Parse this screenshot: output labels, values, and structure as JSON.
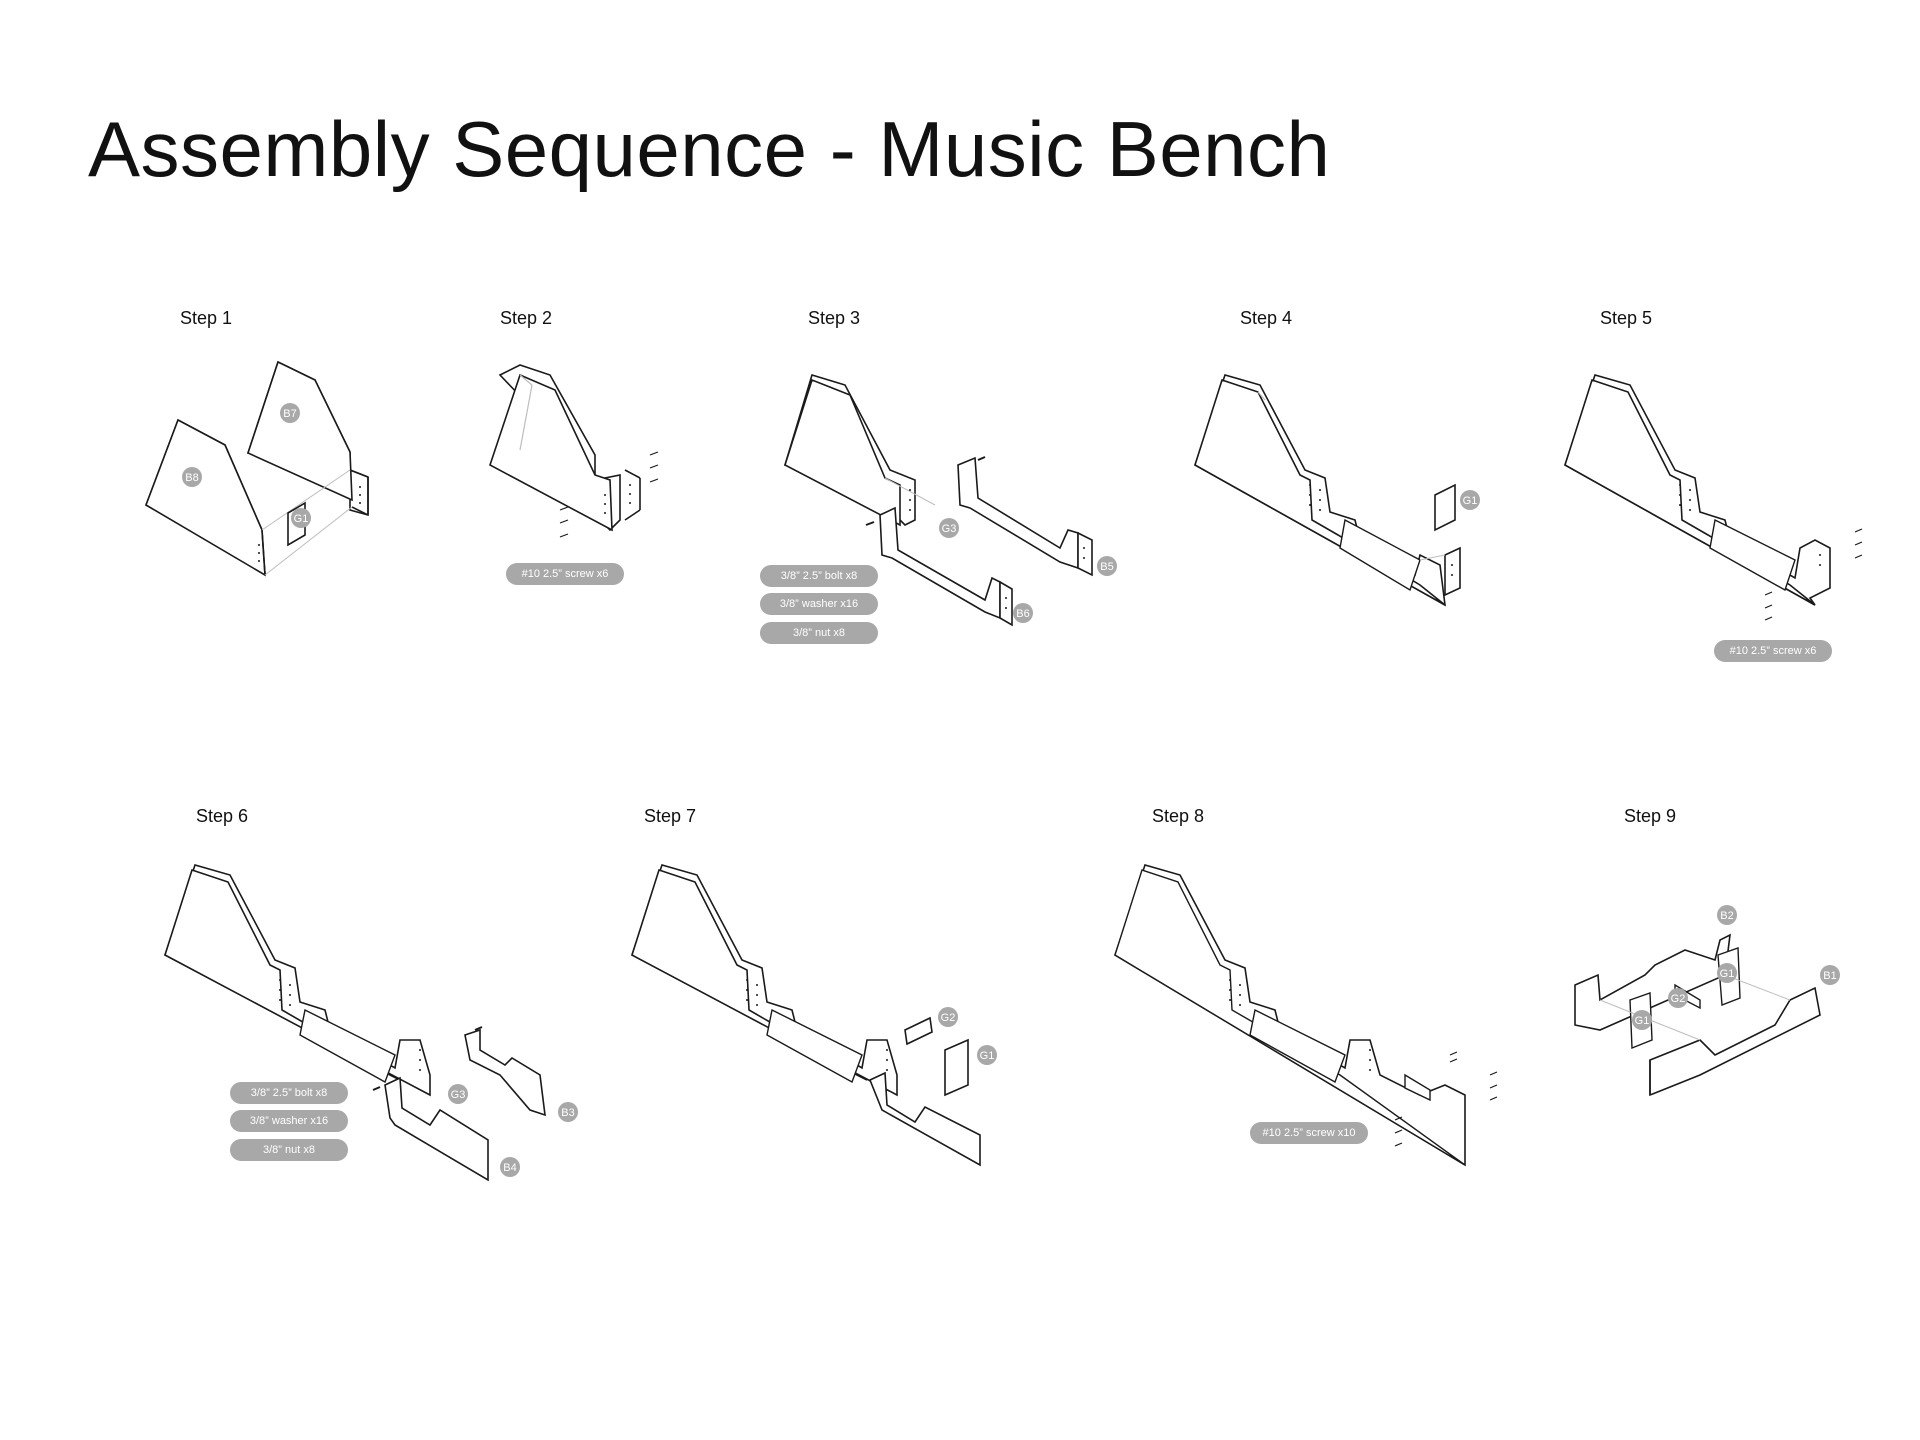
{
  "title": "Assembly Sequence - Music Bench",
  "steps": [
    {
      "label": "Step 1",
      "parts": [
        "B7",
        "B8",
        "G1"
      ],
      "hardware": []
    },
    {
      "label": "Step 2",
      "parts": [],
      "hardware": [
        "#10 2.5” screw x6"
      ]
    },
    {
      "label": "Step 3",
      "parts": [
        "G3",
        "B5",
        "B6"
      ],
      "hardware": [
        "3/8” 2.5” bolt x8",
        "3/8” washer x16",
        "3/8” nut x8"
      ]
    },
    {
      "label": "Step 4",
      "parts": [
        "G1"
      ],
      "hardware": []
    },
    {
      "label": "Step 5",
      "parts": [],
      "hardware": [
        "#10 2.5” screw x6"
      ]
    },
    {
      "label": "Step 6",
      "parts": [
        "G3",
        "B3",
        "B4"
      ],
      "hardware": [
        "3/8” 2.5” bolt x8",
        "3/8” washer x16",
        "3/8” nut x8"
      ]
    },
    {
      "label": "Step 7",
      "parts": [
        "G2",
        "G1"
      ],
      "hardware": []
    },
    {
      "label": "Step 8",
      "parts": [],
      "hardware": [
        "#10 2.5” screw x10"
      ]
    },
    {
      "label": "Step 9",
      "parts": [
        "B2",
        "G1",
        "B1",
        "G2",
        "G1"
      ],
      "hardware": []
    }
  ],
  "colors": {
    "line": "#1a1a1a",
    "pill": "#a8a8a8",
    "tag": "#a8a8a8",
    "ghost": "#bdbdbd"
  }
}
